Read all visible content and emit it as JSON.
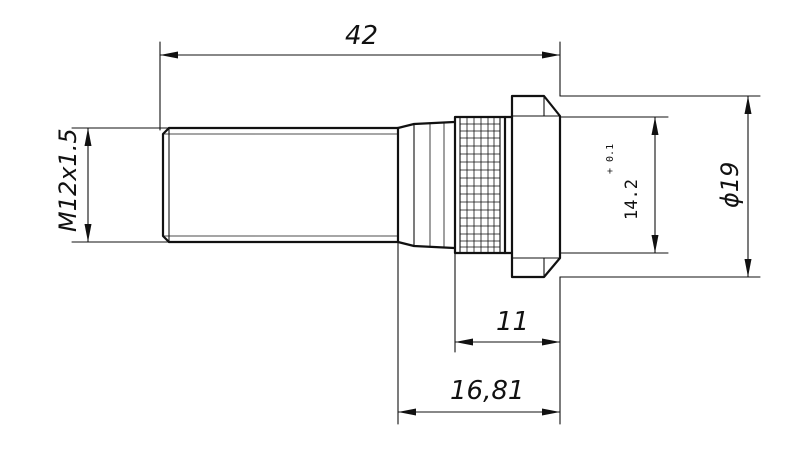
{
  "drawing": {
    "dimensions": {
      "overall_length": "42",
      "thread": "M12x1.5",
      "flange_diameter": "ϕ19",
      "knurl_diameter": "14.2",
      "knurl_tolerance": "+ 0.1",
      "head_length": "11",
      "collar_length": "16,81"
    }
  }
}
